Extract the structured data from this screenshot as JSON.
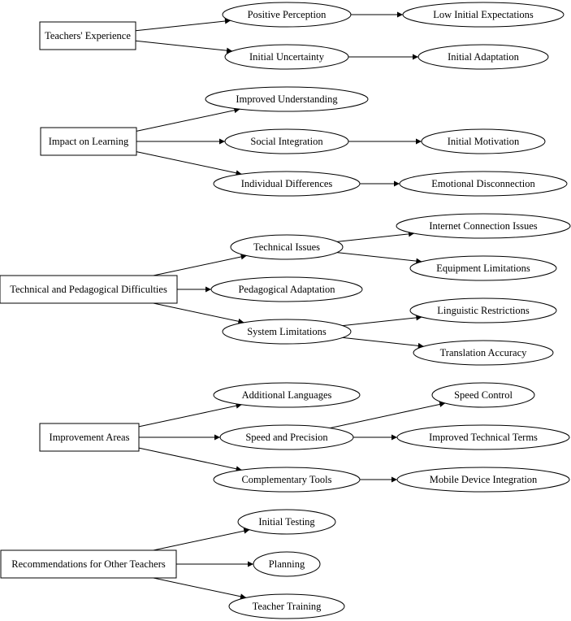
{
  "colors": {
    "stroke": "#000000",
    "fill": "#ffffff",
    "text": "#000000"
  },
  "nodes": {
    "teachers_experience": "Teachers' Experience",
    "positive_perception": "Positive Perception",
    "low_initial_expectations": "Low Initial Expectations",
    "initial_uncertainty": "Initial Uncertainty",
    "initial_adaptation": "Initial Adaptation",
    "impact_on_learning": "Impact on Learning",
    "improved_understanding": "Improved Understanding",
    "social_integration": "Social Integration",
    "initial_motivation": "Initial Motivation",
    "individual_differences": "Individual Differences",
    "emotional_disconnection": "Emotional Disconnection",
    "technical_pedagogical": "Technical and Pedagogical Difficulties",
    "technical_issues": "Technical Issues",
    "internet_connection_issues": "Internet Connection Issues",
    "equipment_limitations": "Equipment Limitations",
    "pedagogical_adaptation": "Pedagogical Adaptation",
    "system_limitations": "System Limitations",
    "linguistic_restrictions": "Linguistic Restrictions",
    "translation_accuracy": "Translation Accuracy",
    "improvement_areas": "Improvement Areas",
    "additional_languages": "Additional Languages",
    "speed_and_precision": "Speed and Precision",
    "speed_control": "Speed Control",
    "improved_technical_terms": "Improved Technical Terms",
    "complementary_tools": "Complementary Tools",
    "mobile_device_integration": "Mobile Device Integration",
    "recommendations": "Recommendations for Other Teachers",
    "initial_testing": "Initial Testing",
    "planning": "Planning",
    "teacher_training": "Teacher Training"
  },
  "edges": [
    [
      "teachers_experience",
      "positive_perception"
    ],
    [
      "teachers_experience",
      "initial_uncertainty"
    ],
    [
      "positive_perception",
      "low_initial_expectations"
    ],
    [
      "initial_uncertainty",
      "initial_adaptation"
    ],
    [
      "impact_on_learning",
      "improved_understanding"
    ],
    [
      "impact_on_learning",
      "social_integration"
    ],
    [
      "impact_on_learning",
      "individual_differences"
    ],
    [
      "social_integration",
      "initial_motivation"
    ],
    [
      "individual_differences",
      "emotional_disconnection"
    ],
    [
      "technical_pedagogical",
      "technical_issues"
    ],
    [
      "technical_pedagogical",
      "pedagogical_adaptation"
    ],
    [
      "technical_pedagogical",
      "system_limitations"
    ],
    [
      "technical_issues",
      "internet_connection_issues"
    ],
    [
      "technical_issues",
      "equipment_limitations"
    ],
    [
      "system_limitations",
      "linguistic_restrictions"
    ],
    [
      "system_limitations",
      "translation_accuracy"
    ],
    [
      "improvement_areas",
      "additional_languages"
    ],
    [
      "improvement_areas",
      "speed_and_precision"
    ],
    [
      "improvement_areas",
      "complementary_tools"
    ],
    [
      "speed_and_precision",
      "speed_control"
    ],
    [
      "speed_and_precision",
      "improved_technical_terms"
    ],
    [
      "complementary_tools",
      "mobile_device_integration"
    ],
    [
      "recommendations",
      "initial_testing"
    ],
    [
      "recommendations",
      "planning"
    ],
    [
      "recommendations",
      "teacher_training"
    ]
  ]
}
